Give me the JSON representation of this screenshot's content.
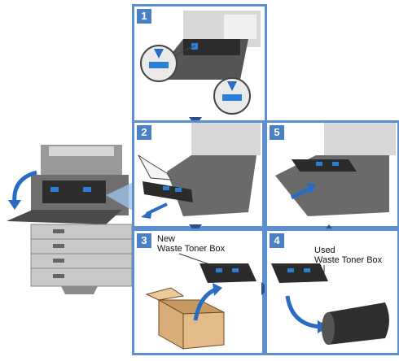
{
  "steps": [
    {
      "number": "1"
    },
    {
      "number": "2"
    },
    {
      "number": "3",
      "label_line1": "New",
      "label_line2": "Waste Toner Box"
    },
    {
      "number": "4",
      "label_line1": "Used",
      "label_line2": "Waste Toner Box"
    },
    {
      "number": "5"
    }
  ],
  "colors": {
    "frame": "#5b8fd0",
    "badge": "#4a80c6",
    "accent": "#2a7fd4",
    "arrow": "#2a6cc4",
    "machine": "#8a8a8a"
  }
}
